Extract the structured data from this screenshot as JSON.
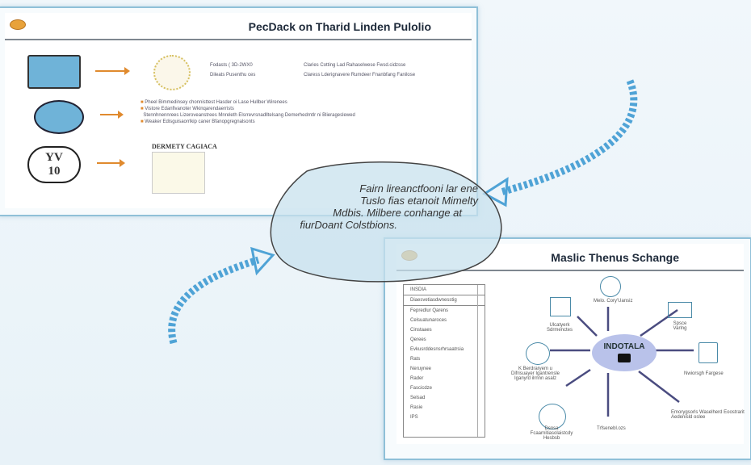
{
  "panel1": {
    "title": "PecDack on Tharid Linden Pulolio",
    "row1": {
      "left": [
        "Fodasts ( 3D-2WX0",
        "Dileats Pusenthu ces"
      ],
      "right": [
        "Claries  Cotting  Lad Rahaselwese  Fwsd.cidzsse",
        "Claress  Lderignavere Rumdeer Fnanbfang  Fanilose"
      ]
    },
    "bullets": [
      "Pheel Bimmedinsey chonnisttest Hasder oi Lase Hullber Wirenees",
      "Vistore Edanfivanoter Wkinqarendaerrists",
      "Stennhnennrees  Lizeroveanstrees Mnreleth Elsrrevrsnadlltelsang Demerhedrntlr ni Blierageslewed",
      "Weaker Edisguisaorrlkip caner Bfanopgregnalsonts"
    ],
    "cloud": {
      "line1": "YV",
      "line2": "10"
    },
    "doc_label": "DERMETY CAGIACA"
  },
  "bubble": {
    "lines": [
      "Fairn lireanctfooni lar ene",
      "Tuslo fias etanoit Mimelty",
      "Mdbis. Milbere conhange at",
      "fiurDoant Colstbions."
    ]
  },
  "panel2": {
    "title": "Maslic Thenus Schange",
    "list": {
      "header": "INSDIA",
      "subheader": "Diaesvetiasdwnesstig",
      "items": [
        "Fepredlur Qarens",
        "Celsuatunaroces",
        "Cinstaaes",
        "Qerees",
        "Evkusrddesnsrhrsaatrsia",
        "Rats",
        "Neruynee",
        "Rader",
        "Fascicdze",
        "Selsad",
        "Rasie",
        "IPS"
      ]
    },
    "center": "INDOTALA",
    "nodes": {
      "top": "Melo. Cory'Uansiz",
      "top_left": "Ulcatyerk Sdrmenctes",
      "top_right": "Spsce Varlng",
      "left": "K Berdraryem  u Difrisuayer Igantrensle Iganyrd ilrnnn asalz",
      "right": "Nwiorsgh Fargese",
      "bottom_left": "Dsnsa Fcaarnitiasolaistcdy Hesbsb",
      "bottom": "Trfsenebl.ozs",
      "bottom_right": [
        "Emorygsorls Waselherd Eoostrarit",
        "Aedenisld oslee"
      ]
    }
  },
  "colors": {
    "accent_blue": "#4fa3d6",
    "orange": "#e08a2e",
    "hub": "#b9c2ea"
  }
}
